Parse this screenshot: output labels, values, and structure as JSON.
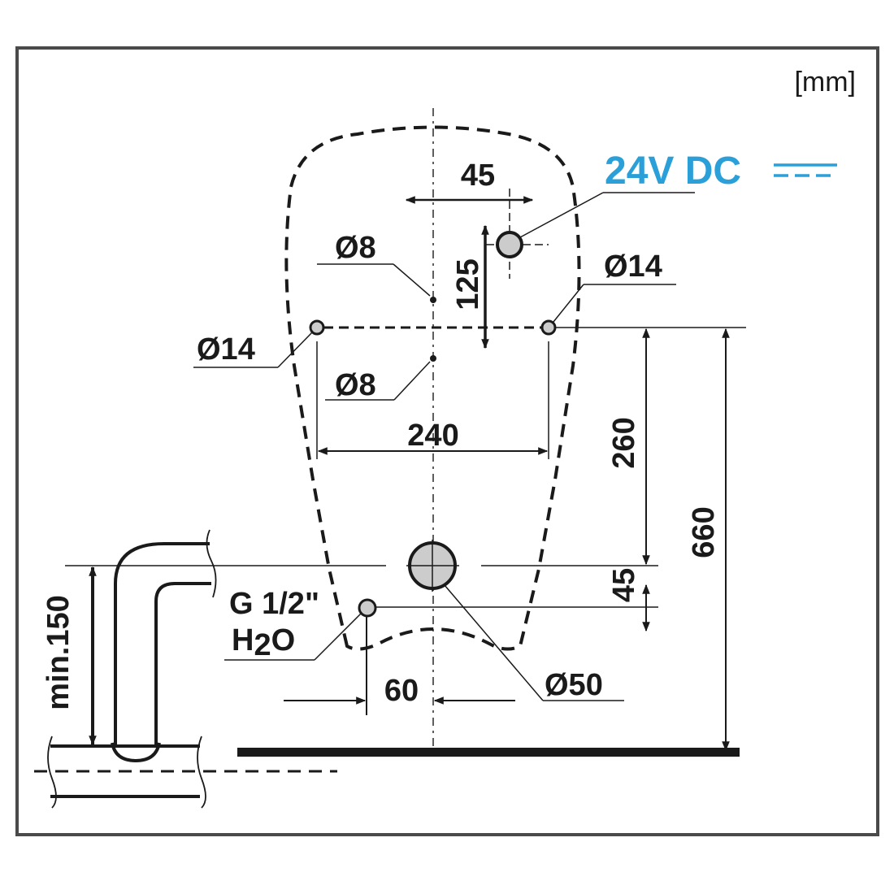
{
  "units": "[mm]",
  "power": {
    "label": "24V DC",
    "symbol": "dc-current-symbol",
    "color": "#2a9fd8"
  },
  "colors": {
    "line": "#1a1a1a",
    "hole_fill": "#cccccc"
  },
  "dimensions": {
    "top_offset": "45",
    "vertical_125": "125",
    "hole_small_top": "Ø8",
    "hole_small_bottom": "Ø8",
    "hole_left": "Ø14",
    "hole_right": "Ø14",
    "span_240": "240",
    "height_260": "260",
    "height_660": "660",
    "height_45": "45",
    "offset_60": "60",
    "outlet": "Ø50",
    "min_height": "min.150"
  },
  "connection": {
    "thread": "G 1/2\"",
    "water_main": "H",
    "water_sub": "2",
    "water_end": "O"
  }
}
